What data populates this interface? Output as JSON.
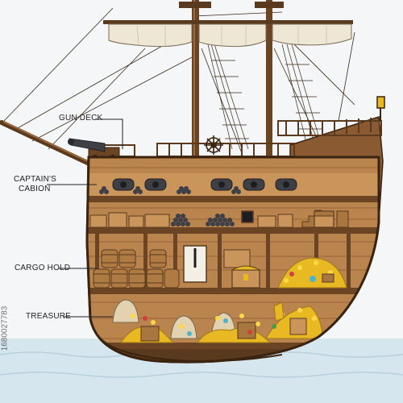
{
  "labels": {
    "gun_deck": "GUN DECK",
    "captains_cabin_line1": "CAPTAIN'S",
    "captains_cabin_line2": "CABION",
    "cargo_hold": "CARGO HOLD",
    "treasure": "TREASURE"
  },
  "watermark_id": "1680027783",
  "colors": {
    "background": "#f4f6f8",
    "water": "#cfe0ea",
    "hull_dark": "#5a3a1e",
    "hull_mid": "#8a5a32",
    "plank": "#a8763f",
    "deck_light": "#c9955b",
    "sail": "#eee7d6",
    "gold": "#e8b923",
    "cannon": "#3f3f46"
  }
}
